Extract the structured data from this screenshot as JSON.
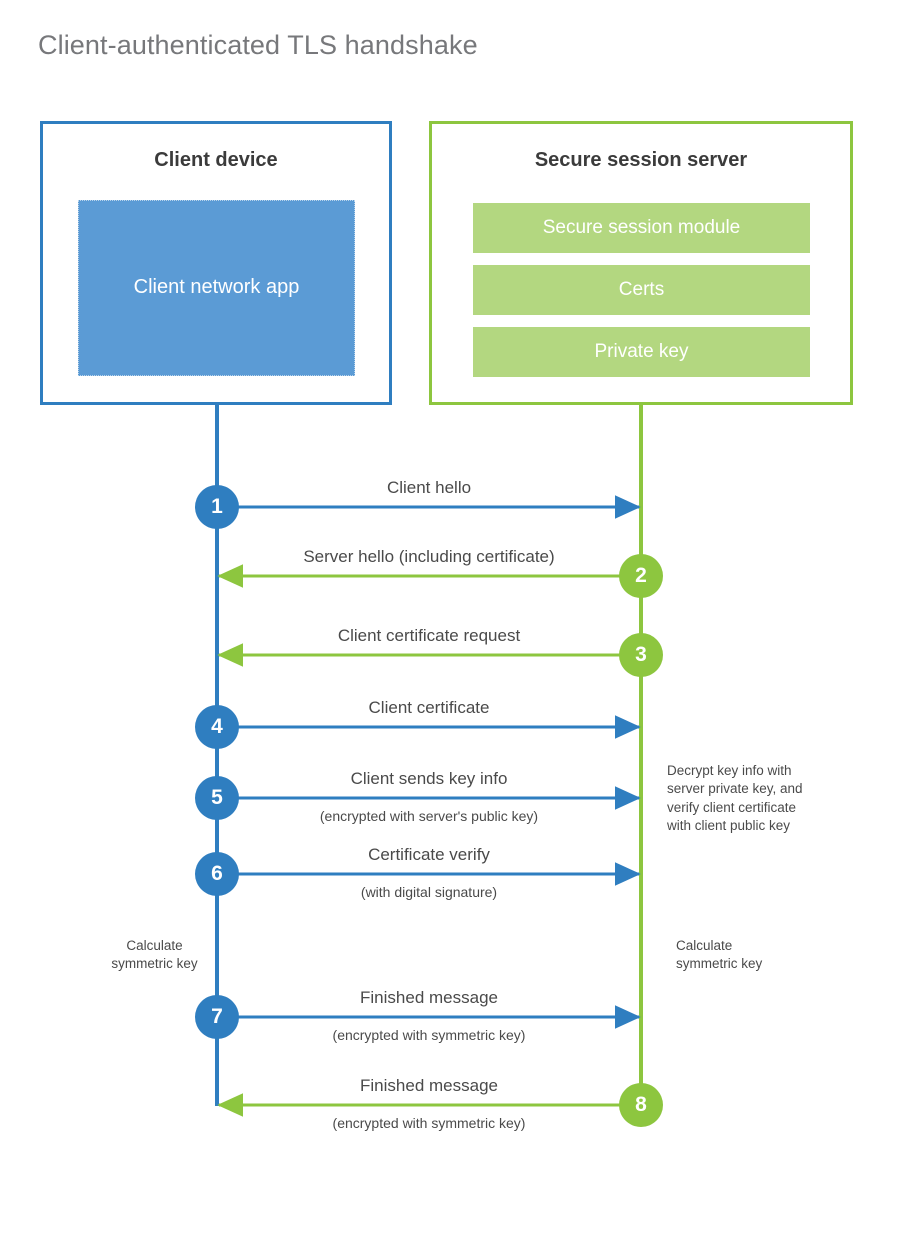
{
  "title": "Client-authenticated TLS handshake",
  "colors": {
    "client_accent": "#2f7ec0",
    "server_accent": "#8dc63f",
    "client_app_fill": "#5b9bd5",
    "server_bar_fill": "#b3d780",
    "title_text": "#77787b",
    "body_text": "#4a4a4a"
  },
  "client": {
    "box_title": "Client device",
    "app_label": "Client network app"
  },
  "server": {
    "box_title": "Secure session server",
    "components": [
      {
        "label": "Secure session module"
      },
      {
        "label": "Certs"
      },
      {
        "label": "Private key"
      }
    ]
  },
  "steps": [
    {
      "number": "1",
      "label": "Client hello",
      "sublabel": "",
      "direction": "client-to-server",
      "origin": "client"
    },
    {
      "number": "2",
      "label": "Server hello (including certificate)",
      "sublabel": "",
      "direction": "server-to-client",
      "origin": "server"
    },
    {
      "number": "3",
      "label": "Client certificate request",
      "sublabel": "",
      "direction": "server-to-client",
      "origin": "server"
    },
    {
      "number": "4",
      "label": "Client certificate",
      "sublabel": "",
      "direction": "client-to-server",
      "origin": "client"
    },
    {
      "number": "5",
      "label": "Client sends key info",
      "sublabel": "(encrypted with server's public key)",
      "direction": "client-to-server",
      "origin": "client"
    },
    {
      "number": "6",
      "label": "Certificate verify",
      "sublabel": "(with digital signature)",
      "direction": "client-to-server",
      "origin": "client"
    },
    {
      "number": "7",
      "label": "Finished message",
      "sublabel": "(encrypted with symmetric key)",
      "direction": "client-to-server",
      "origin": "client"
    },
    {
      "number": "8",
      "label": "Finished message",
      "sublabel": "(encrypted with symmetric key)",
      "direction": "server-to-client",
      "origin": "server"
    }
  ],
  "notes": {
    "server_decrypt": "Decrypt key info with\nserver private key, and\nverify client certificate\nwith client public key",
    "client_calculate": "Calculate\nsymmetric key",
    "server_calculate": "Calculate\nsymmetric key"
  }
}
